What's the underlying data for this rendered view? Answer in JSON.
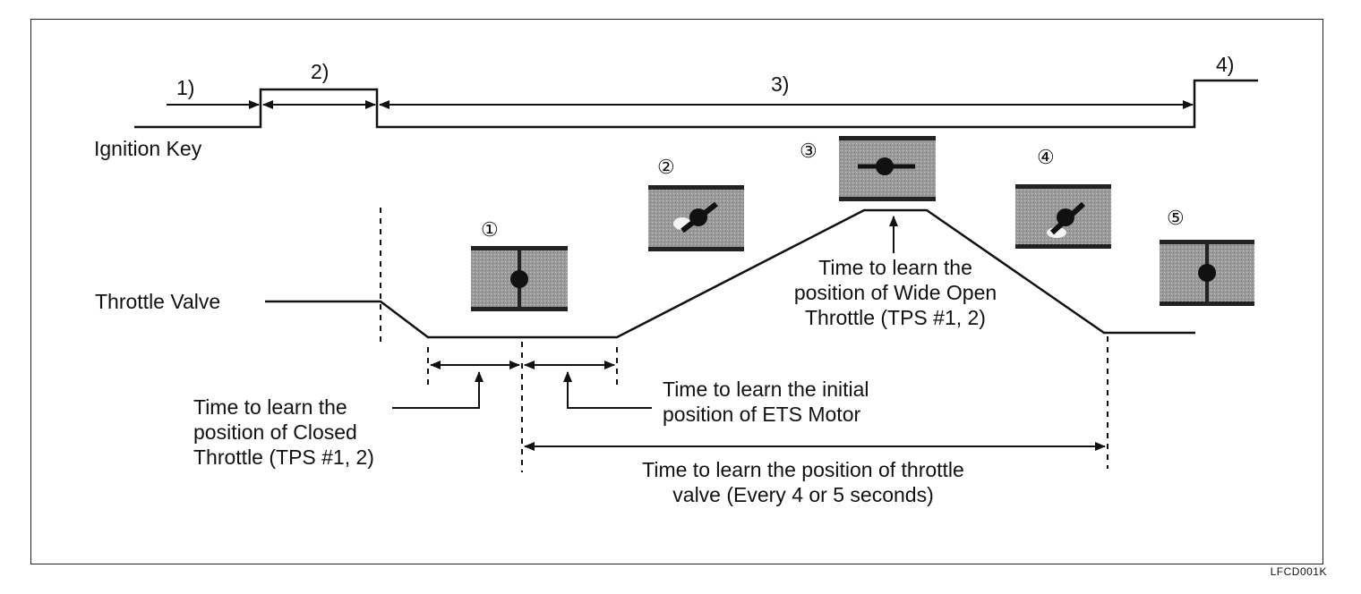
{
  "ignition": {
    "label": "Ignition Key",
    "phase_1": "1)",
    "phase_2": "2)",
    "phase_3": "3)",
    "phase_4": "4)"
  },
  "throttle": {
    "label": "Throttle Valve",
    "positions": [
      "①",
      "②",
      "③",
      "④",
      "⑤"
    ]
  },
  "annotations": {
    "closed_throttle": [
      "Time to learn the",
      "position of Closed",
      "Throttle (TPS #1, 2)"
    ],
    "ets_motor": [
      "Time to learn the initial",
      "position of ETS Motor"
    ],
    "wide_open": [
      "Time to learn the",
      "position of Wide Open",
      "Throttle (TPS #1, 2)"
    ],
    "throttle_valve": [
      "Time to learn the position of throttle",
      "valve (Every 4 or 5 seconds)"
    ]
  },
  "figure_code": "LFCD001K"
}
